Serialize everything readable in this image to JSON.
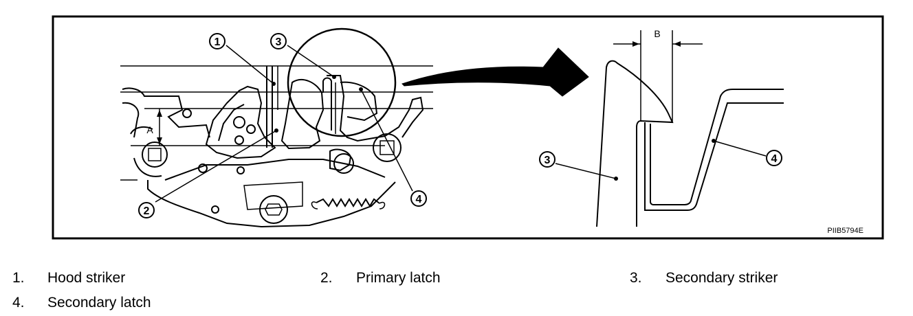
{
  "figure": {
    "code": "PIIB5794E",
    "dimension_labels": {
      "a": "A",
      "b": "B"
    },
    "callouts": [
      "1",
      "2",
      "3",
      "4"
    ]
  },
  "legend": [
    {
      "num": "1.",
      "text": "Hood striker"
    },
    {
      "num": "2.",
      "text": "Primary latch"
    },
    {
      "num": "3.",
      "text": "Secondary striker"
    },
    {
      "num": "4.",
      "text": "Secondary latch"
    }
  ],
  "colors": {
    "line": "#000000",
    "background": "#ffffff"
  }
}
